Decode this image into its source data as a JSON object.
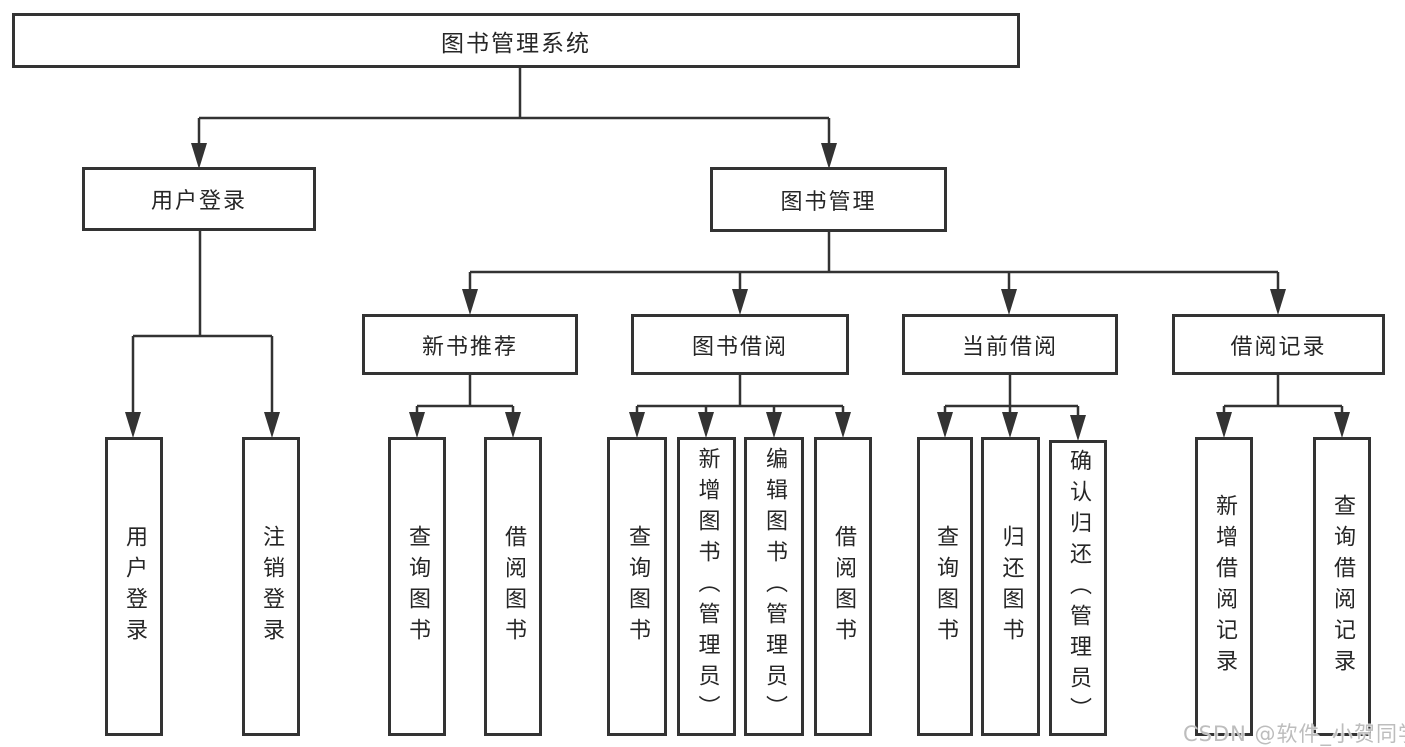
{
  "diagram": {
    "root": {
      "label": "图书管理系统"
    },
    "level2": [
      {
        "label": "用户登录"
      },
      {
        "label": "图书管理"
      }
    ],
    "level3": [
      {
        "label": "新书推荐"
      },
      {
        "label": "图书借阅"
      },
      {
        "label": "当前借阅"
      },
      {
        "label": "借阅记录"
      }
    ],
    "leaves": {
      "user_login": [
        {
          "label": "用户登录"
        },
        {
          "label": "注销登录"
        }
      ],
      "new_book": [
        {
          "label": "查询图书"
        },
        {
          "label": "借阅图书"
        }
      ],
      "borrow": [
        {
          "label": "查询图书"
        },
        {
          "label": "新增图书（管理员）"
        },
        {
          "label": "编辑图书（管理员）"
        },
        {
          "label": "借阅图书"
        }
      ],
      "current": [
        {
          "label": "查询图书"
        },
        {
          "label": "归还图书"
        },
        {
          "label": "确认归还（管理员）"
        }
      ],
      "records": [
        {
          "label": "新增借阅记录"
        },
        {
          "label": "查询借阅记录"
        }
      ]
    }
  },
  "watermark": "CSDN @软件_小贺同学",
  "colors": {
    "line": "#333333",
    "text": "#262626",
    "background": "#ffffff",
    "watermark": "#bdbdbd"
  }
}
